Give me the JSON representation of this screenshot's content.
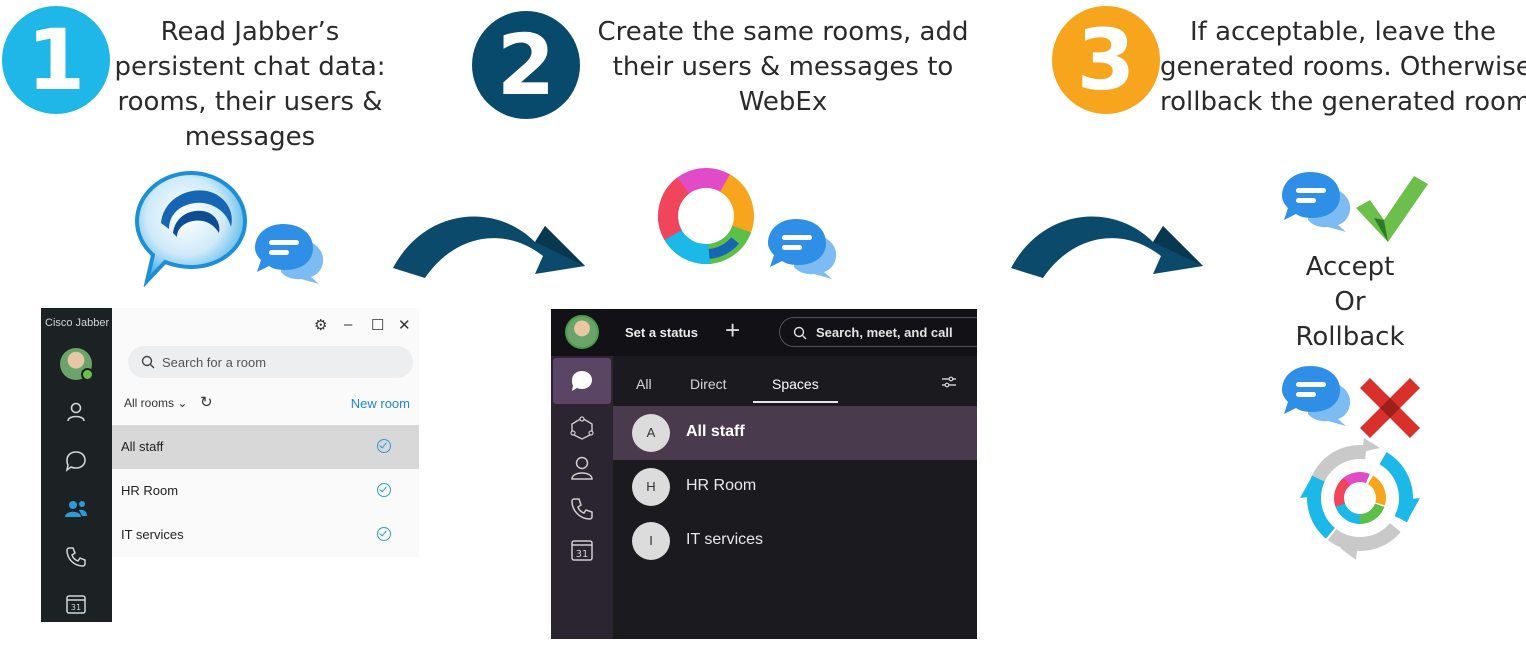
{
  "steps": [
    {
      "number": "1",
      "color": "#1fb6e8",
      "lines": [
        "Read Jabber’s",
        "persistent chat data:",
        "rooms, their users &",
        "messages"
      ]
    },
    {
      "number": "2",
      "color": "#074a6b",
      "lines": [
        "Create the same rooms, add",
        "their users & messages to",
        "WebEx"
      ]
    },
    {
      "number": "3",
      "color": "#f7a51c",
      "lines": [
        "If acceptable, leave the",
        "generated rooms. Otherwise",
        "rollback the generated rooms"
      ]
    }
  ],
  "outcome": {
    "accept": "Accept",
    "or": "Or",
    "rollback": "Rollback"
  },
  "jabber": {
    "title": "Cisco Jabber",
    "search_placeholder": "Search for a room",
    "filter_label": "All rooms",
    "new_room": "New room",
    "rooms": [
      "All staff",
      "HR Room",
      "IT services"
    ],
    "calendar_day": "31",
    "icons": [
      "avatar",
      "contacts-icon",
      "chat-icon",
      "rooms-icon",
      "phone-icon",
      "calendar-icon"
    ]
  },
  "webex": {
    "status": "Set a status",
    "search_placeholder": "Search, meet, and call",
    "tabs": [
      "All",
      "Direct",
      "Spaces"
    ],
    "active_tab": "Spaces",
    "spaces": [
      {
        "initial": "A",
        "name": "All staff"
      },
      {
        "initial": "H",
        "name": "HR Room"
      },
      {
        "initial": "I",
        "name": "IT services"
      }
    ],
    "calendar_day": "31"
  },
  "colors": {
    "arrow": "#0b4a6b",
    "chat_blue": "#2f8fe6",
    "accept_green": "#6bbf4a",
    "reject_red": "#d9302c"
  }
}
